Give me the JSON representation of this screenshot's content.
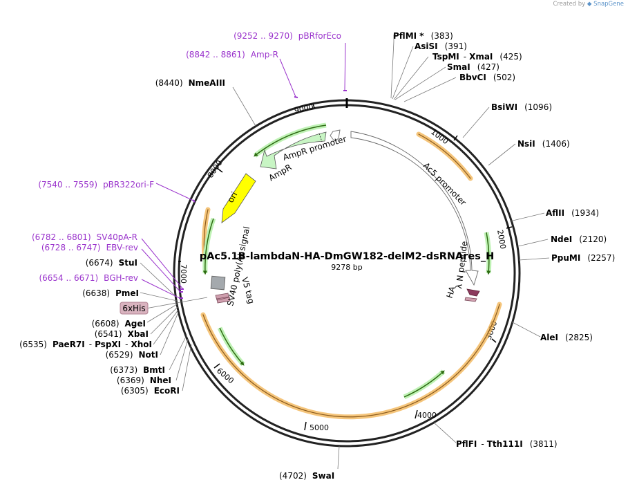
{
  "credit": {
    "prefix": "Created by",
    "brand": "SnapGene"
  },
  "plasmid": {
    "name": "pAc5.1B-lambdaN-HA-DmGW182-delM2-dsRNAres_H",
    "length": "9278 bp"
  },
  "ticks": [
    "1000",
    "2000",
    "3000",
    "4000",
    "5000",
    "6000",
    "7000",
    "8000",
    "9000"
  ],
  "enzymes_right": [
    {
      "name": "PflMI *",
      "pos": "(383)"
    },
    {
      "name": "AsiSI",
      "pos": "(391)"
    },
    {
      "name": "TspMI",
      "sep": "-",
      "name2": "XmaI",
      "pos": "(425)"
    },
    {
      "name": "SmaI",
      "pos": "(427)"
    },
    {
      "name": "BbvCI",
      "pos": "(502)"
    },
    {
      "name": "BsiWI",
      "pos": "(1096)"
    },
    {
      "name": "NsiI",
      "pos": "(1406)"
    },
    {
      "name": "AflII",
      "pos": "(1934)"
    },
    {
      "name": "NdeI",
      "pos": "(2120)"
    },
    {
      "name": "PpuMI",
      "pos": "(2257)"
    },
    {
      "name": "AleI",
      "pos": "(2825)"
    },
    {
      "name": "PflFI",
      "sep": "-",
      "name2": "Tth111I",
      "pos": "(3811)"
    },
    {
      "name": "SwaI",
      "pos": "(4702)"
    }
  ],
  "enzymes_left": [
    {
      "name": "NmeAIII",
      "pos": "(8440)"
    },
    {
      "name": "StuI",
      "pos": "(6674)"
    },
    {
      "name": "PmeI",
      "pos": "(6638)"
    },
    {
      "name": "AgeI",
      "pos": "(6608)"
    },
    {
      "name": "XbaI",
      "pos": "(6541)"
    },
    {
      "name": "PaeR7I",
      "sep": "-",
      "name2": "PspXI",
      "sep2": "-",
      "name3": "XhoI",
      "pos": "(6535)"
    },
    {
      "name": "NotI",
      "pos": "(6529)"
    },
    {
      "name": "BmtI",
      "pos": "(6373)"
    },
    {
      "name": "NheI",
      "pos": "(6369)"
    },
    {
      "name": "EcoRI",
      "pos": "(6305)"
    }
  ],
  "tag_6xhis": "6xHis",
  "primers": [
    {
      "range": "(9252 .. 9270)",
      "name": "pBRforEco"
    },
    {
      "range": "(8842 .. 8861)",
      "name": "Amp-R"
    },
    {
      "range": "(7540 .. 7559)",
      "name": "pBR322ori-F"
    },
    {
      "range": "(6782 .. 6801)",
      "name": "SV40pA-R"
    },
    {
      "range": "(6728 .. 6747)",
      "name": "EBV-rev"
    },
    {
      "range": "(6654 .. 6671)",
      "name": "BGH-rev"
    }
  ],
  "features": {
    "ampr_promoter": "AmpR promoter",
    "ampr": "AmpR",
    "ori": "ori",
    "sv40": "SV40 poly(A) signal",
    "v5": "V5 tag",
    "ac5": "Ac5 promoter",
    "lambda_n": "λ N peptide",
    "ha": "HA"
  },
  "colors": {
    "backbone": "#222222",
    "primer": "#9a33cc",
    "orf_orange": "#f2b24f",
    "orf_green": "#3c8f1e",
    "ampr": "#c8f5c4",
    "ori": "#ffff00",
    "sv40": "#a4a9ad",
    "v5": "#cf9fae",
    "lambda": "#8c3a5d",
    "tag_bg": "#d9b3bf"
  }
}
